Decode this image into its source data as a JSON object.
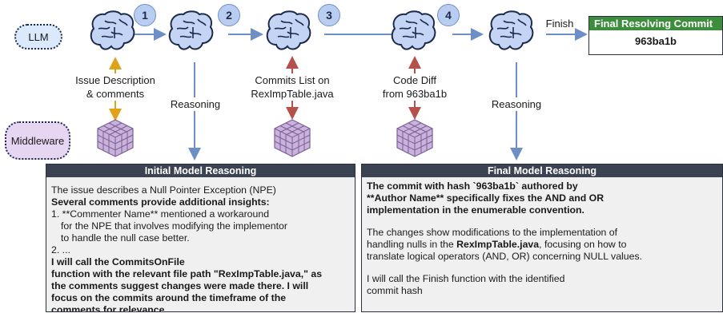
{
  "rows": {
    "llm_label": "LLM",
    "middleware_label": "Middleware"
  },
  "steps": [
    "1",
    "2",
    "3",
    "4"
  ],
  "inputs": {
    "issue": [
      "Issue Description",
      "& comments"
    ],
    "reasoning1": "Reasoning",
    "commits": [
      "Commits List on",
      "RexImpTable.java"
    ],
    "diff": [
      "Code Diff",
      "from 963ba1b"
    ],
    "reasoning2": "Reasoning",
    "finish": "Finish"
  },
  "result": {
    "title": "Final Resolving Commit",
    "hash": "963ba1b"
  },
  "initial_panel": {
    "title": "Initial Model Reasoning",
    "lines": [
      "The issue describes a Null Pointer Exception (NPE)",
      "Several comments provide additional insights:",
      "1. **Commenter Name** mentioned a workaround",
      "for the NPE that involves modifying the implementor",
      "to handle the null case better.",
      "2. ...",
      "I will call the CommitsOnFile",
      "function with the relevant file path \"RexImpTable.java,\" as",
      "the comments suggest changes were made there. I will",
      "focus on the commits around the timeframe of the",
      "comments for relevance."
    ]
  },
  "final_panel": {
    "title": "Final Model Reasoning",
    "lines": [
      "The commit with hash `963ba1b` authored  by",
      "**Author Name** specifically fixes the AND and OR",
      "implementation in the enumerable convention.",
      "The changes show modifications to the implementation of",
      "handling nulls in the ",
      "RexImpTable.java",
      ", focusing on how to",
      "translate logical operators (AND, OR) concerning NULL values.",
      "I will call the Finish function with the identified",
      "commit hash"
    ]
  },
  "colors": {
    "arrow_blue": "#6e8fc6",
    "arrow_orange": "#e0a21a",
    "arrow_red": "#b5504a",
    "cube": "#c9b3dc",
    "panel_header": "#3b4252",
    "result_header": "#3c8d3c"
  }
}
